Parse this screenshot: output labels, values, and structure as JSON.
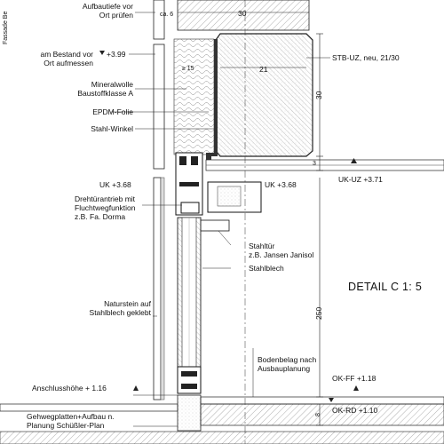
{
  "labels": {
    "fassade": "Fassade Be",
    "aufbautiefe_1": "Aufbautiefe vor",
    "aufbautiefe_2": "Ort prüfen",
    "ca6": "ca. 6",
    "dim30_top": "30",
    "bestand_1": "am Bestand vor",
    "bestand_2": "Ort aufmessen",
    "level_399": "+3.99",
    "ge15": "≥ 15",
    "dim21": "21",
    "stb_uz": "STB-UZ, neu, 21/30",
    "mineralwolle_1": "Mineralwolle",
    "mineralwolle_2": "Baustoffklasse A",
    "epdm": "EPDM-Folie",
    "stahlwinkel": "Stahl-Winkel",
    "dim30_right": "30",
    "dim3": "3",
    "uk_368_left": "UK +3.68",
    "uk_368_mid": "UK +3.68",
    "uk_uz": "UK-UZ +3.71",
    "antrieb_1": "Drehtürantrieb mit",
    "antrieb_2": "Fluchtwegfunktion",
    "antrieb_3": "z.B. Fa. Dorma",
    "stahltuer_1": "Stahltür",
    "stahltuer_2": "z.B. Jansen Janisol",
    "stahlblech": "Stahlblech",
    "detail": "DETAIL C 1: 5",
    "naturstein_1": "Naturstein auf",
    "naturstein_2": "Stahlblech geklebt",
    "dim250": "250",
    "bodenbelag_1": "Bodenbelag nach",
    "bodenbelag_2": "Ausbauplanung",
    "anschluss": "Anschlusshöhe + 1.16",
    "okff": "OK-FF +1.18",
    "dim8": "8",
    "gehweg_1": "Gehwegplatten+Aufbau n.",
    "gehweg_2": "Planung Schüßler-Plan",
    "okrd": "OK-RD +1.10"
  }
}
